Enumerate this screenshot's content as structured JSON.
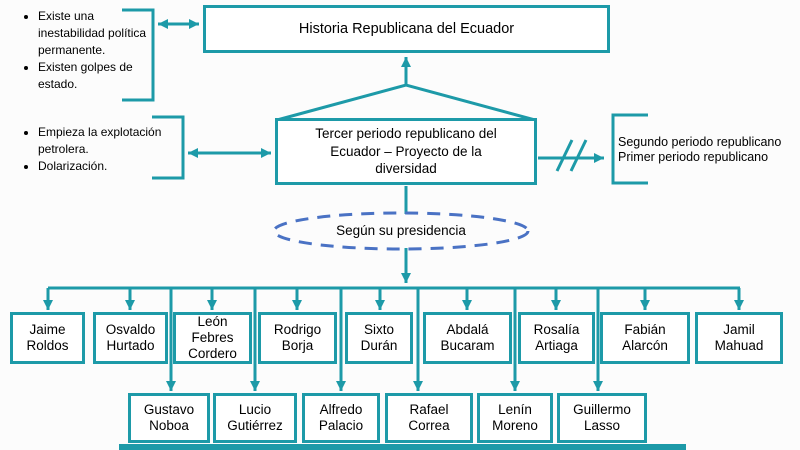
{
  "colors": {
    "teal": "#1d9aa8",
    "blue": "#4a72c4",
    "text": "#000000",
    "background": "#fcfcfc"
  },
  "top_box": {
    "label": "Historia Republicana del Ecuador"
  },
  "top_notes": {
    "items": [
      "Existe una inestabilidad política permanente.",
      "Existen golpes de estado."
    ]
  },
  "main_box": {
    "label": "Tercer periodo republicano del Ecuador – Proyecto de la diversidad"
  },
  "left_notes": {
    "items": [
      "Empieza la explotación petrolera.",
      "Dolarización."
    ]
  },
  "right_labels": {
    "items": [
      "Segundo periodo republicano",
      "Primer periodo republicano"
    ]
  },
  "ellipse": {
    "label": "Según su presidencia"
  },
  "presidents": {
    "row1": [
      "Jaime Roldos",
      "Osvaldo Hurtado",
      "León Febres Cordero",
      "Rodrigo Borja",
      "Sixto Durán",
      "Abdalá Bucaram",
      "Rosalía Artiaga",
      "Fabián Alarcón",
      "Jamil Mahuad"
    ],
    "row2": [
      "Gustavo Noboa",
      "Lucio Gutiérrez",
      "Alfredo Palacio",
      "Rafael Correa",
      "Lenín Moreno",
      "Guillermo Lasso"
    ]
  }
}
